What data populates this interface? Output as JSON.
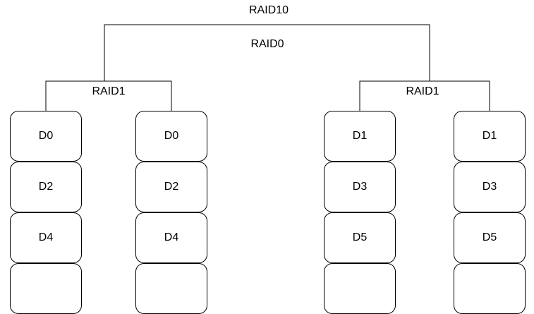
{
  "labels": {
    "raid10": "RAID10",
    "raid0": "RAID0",
    "raid1_left": "RAID1",
    "raid1_right": "RAID1"
  },
  "columns": [
    {
      "disks": [
        "D0",
        "D2",
        "D4",
        ""
      ]
    },
    {
      "disks": [
        "D0",
        "D2",
        "D4",
        ""
      ]
    },
    {
      "disks": [
        "D1",
        "D3",
        "D5",
        ""
      ]
    },
    {
      "disks": [
        "D1",
        "D3",
        "D5",
        ""
      ]
    }
  ],
  "colors": {
    "line": "#000000",
    "disk_border": "#000000",
    "disk_fill": "#ffffff",
    "text": "#000000"
  }
}
